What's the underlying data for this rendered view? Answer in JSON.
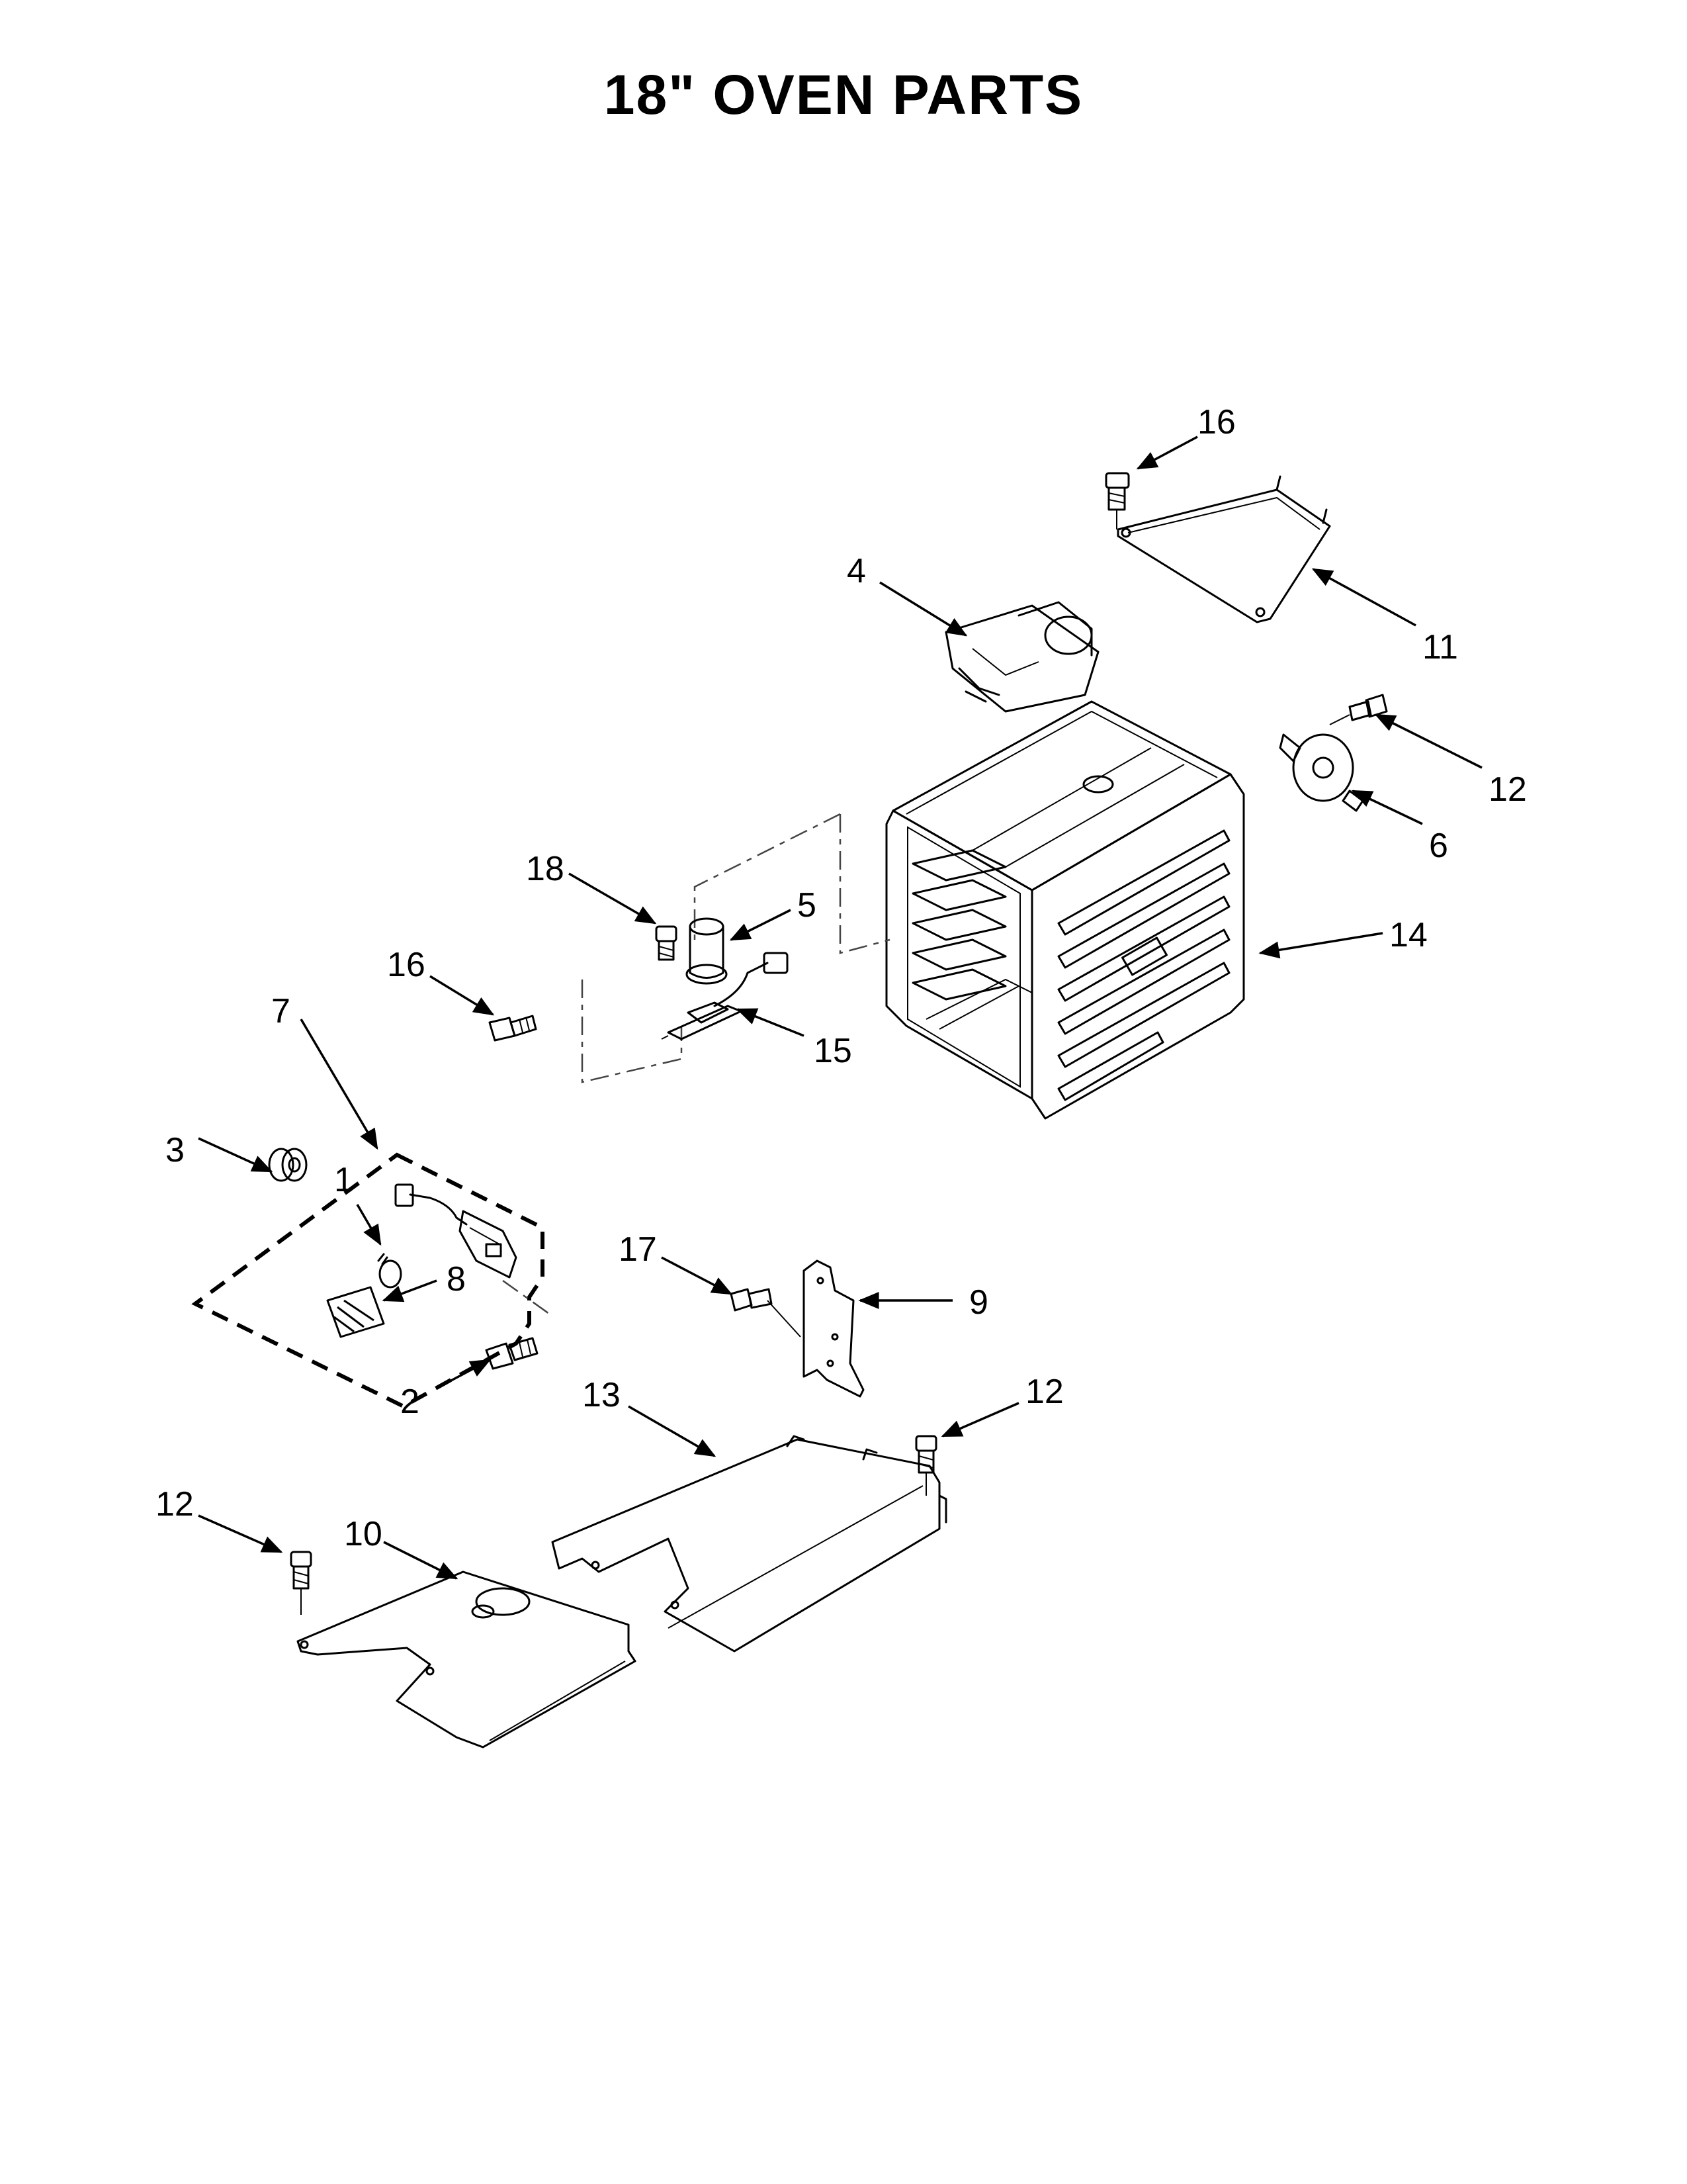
{
  "title": "18\" OVEN PARTS",
  "callouts": {
    "c1": "1",
    "c2": "2",
    "c3": "3",
    "c4": "4",
    "c5": "5",
    "c6": "6",
    "c7": "7",
    "c8": "8",
    "c9": "9",
    "c10": "10",
    "c11": "11",
    "c12a": "12",
    "c12b": "12",
    "c12c": "12",
    "c13": "13",
    "c14": "14",
    "c15": "15",
    "c16a": "16",
    "c16b": "16",
    "c17": "17",
    "c18": "18"
  }
}
